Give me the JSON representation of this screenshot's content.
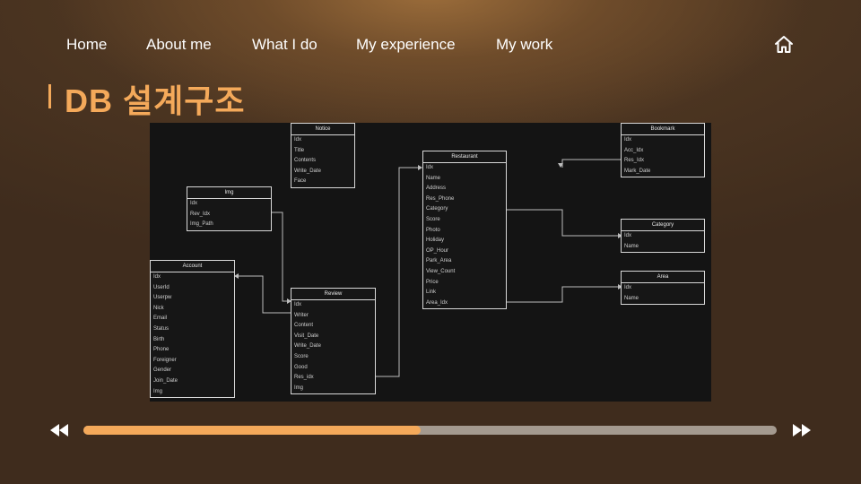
{
  "nav": {
    "items": [
      "Home",
      "About me",
      "What I do",
      "My experience",
      "My work"
    ],
    "home_icon": "home-icon"
  },
  "title": "DB 설계구조",
  "accent_color": "#f4a95a",
  "diagram": {
    "entities": [
      {
        "id": "notice",
        "name": "Notice",
        "fields": [
          "Idx",
          "Title",
          "Contents",
          "Write_Date",
          "Face"
        ]
      },
      {
        "id": "img",
        "name": "Img",
        "fields": [
          "Idx",
          "Rev_Idx",
          "Img_Path"
        ]
      },
      {
        "id": "account",
        "name": "Account",
        "fields": [
          "Idx",
          "UserId",
          "Userpw",
          "Nick",
          "Email",
          "Status",
          "Birth",
          "Phone",
          "Foreigner",
          "Gender",
          "Join_Date",
          "Img"
        ]
      },
      {
        "id": "review",
        "name": "Review",
        "fields": [
          "Idx",
          "Writer",
          "Content",
          "Visit_Date",
          "Write_Date",
          "Score",
          "Good",
          "Res_idx",
          "Img"
        ]
      },
      {
        "id": "restaurant",
        "name": "Restaurant",
        "fields": [
          "Idx",
          "Name",
          "Address",
          "Res_Phone",
          "Category",
          "Score",
          "Photo",
          "Holiday",
          "OP_Hour",
          "Park_Area",
          "View_Count",
          "Price",
          "Link",
          "Area_Idx"
        ]
      },
      {
        "id": "bookmark",
        "name": "Bookmark",
        "fields": [
          "Idx",
          "Acc_Idx",
          "Res_Idx",
          "Mark_Date"
        ]
      },
      {
        "id": "category",
        "name": "Category",
        "fields": [
          "Idx",
          "Name"
        ]
      },
      {
        "id": "area",
        "name": "Area",
        "fields": [
          "Idx",
          "Name"
        ]
      }
    ]
  },
  "player": {
    "rewind_icon": "rewind-icon",
    "forward_icon": "fast-forward-icon",
    "progress": 0.486
  }
}
